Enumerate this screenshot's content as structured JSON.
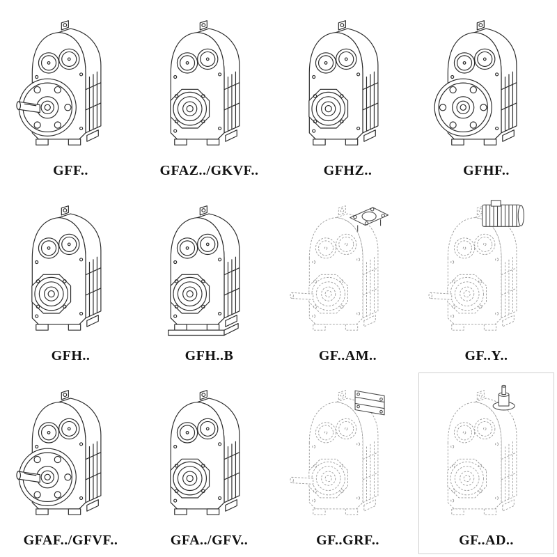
{
  "page": {
    "background": "#ffffff",
    "line_color": "#2b2b2b",
    "dashed_line_color": "#9a9a9a"
  },
  "catalog": {
    "items": [
      {
        "label": "GFF..",
        "variant": "helical-gearbox-flange-with-solid-shaft"
      },
      {
        "label": "GFAZ../GKVF..",
        "variant": "helical-gearbox-hollow-bore"
      },
      {
        "label": "GFHZ..",
        "variant": "helical-gearbox-hollow-bore"
      },
      {
        "label": "GFHF..",
        "variant": "helical-gearbox-flange-hollow"
      },
      {
        "label": "GFH..",
        "variant": "helical-gearbox-hollow-bore"
      },
      {
        "label": "GFH..B",
        "variant": "helical-gearbox-hollow-bore-with-base"
      },
      {
        "label": "GF..AM..",
        "variant": "dashed-gearbox-input-flange-top"
      },
      {
        "label": "GF..Y..",
        "variant": "dashed-gearbox-motor-top"
      },
      {
        "label": "GFAF../GFVF..",
        "variant": "helical-gearbox-flange-with-solid-shaft"
      },
      {
        "label": "GFA../GFV..",
        "variant": "helical-gearbox-hollow-bore"
      },
      {
        "label": "GF..GRF..",
        "variant": "dashed-gearbox-adapter-top"
      },
      {
        "label": "GF..AD..",
        "variant": "dashed-gearbox-input-shaft-top"
      }
    ]
  }
}
